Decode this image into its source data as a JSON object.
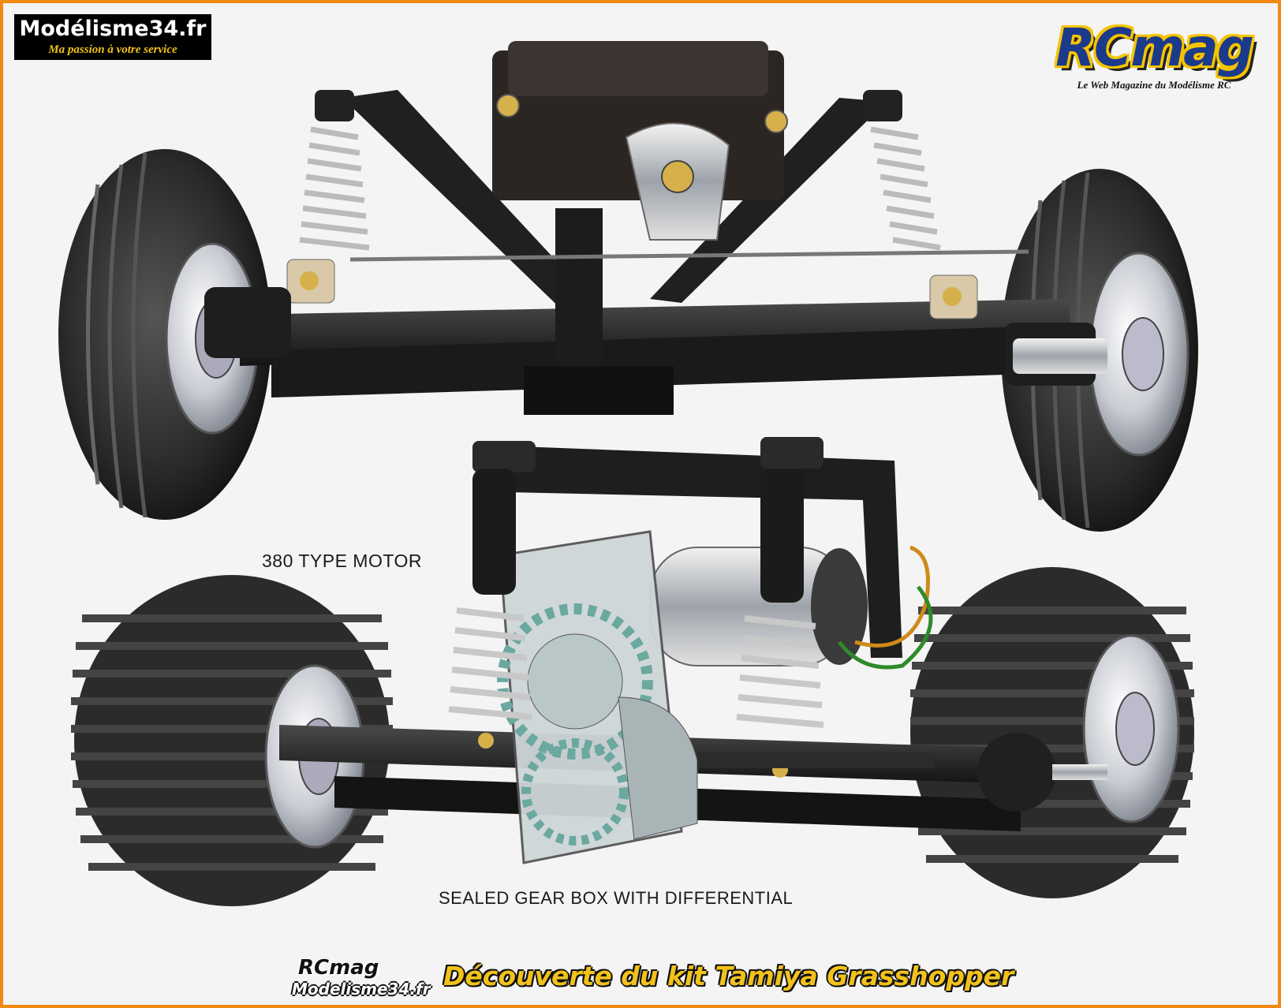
{
  "watermark_left": {
    "site": "Modélisme34.fr",
    "slogan": "Ma passion à votre service"
  },
  "watermark_right": {
    "brand": "RCmag",
    "tagline": "Le Web Magazine du Modélisme RC"
  },
  "illustration": {
    "label_motor": "380 TYPE MOTOR",
    "label_gearbox": "SEALED GEAR BOX WITH DIFFERENTIAL"
  },
  "footer": {
    "logo_top": "RCmag",
    "logo_bottom": "Modelisme34.fr",
    "caption": "Découverte du kit Tamiya Grasshopper"
  },
  "colors": {
    "frame": "#f08a12",
    "caption_yellow": "#f2c21a",
    "rcmag_blue": "#1b3a8c"
  }
}
